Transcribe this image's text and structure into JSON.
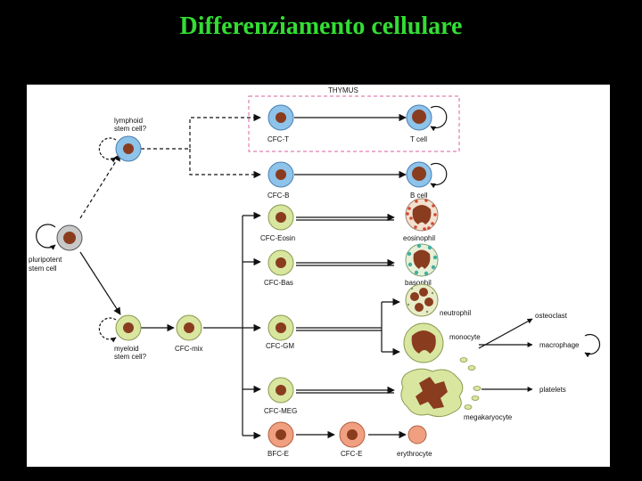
{
  "slide": {
    "title": "Differenziamento cellulare"
  },
  "diagram": {
    "thymus_label": "THYMUS",
    "pluripotent": [
      "pluripotent",
      "stem cell"
    ],
    "lymphoid": [
      "lymphoid",
      "stem cell?"
    ],
    "myeloid": [
      "myeloid",
      "stem cell?"
    ],
    "cfc_mix": "CFC-mix",
    "cfc_t": "CFC-T",
    "cfc_b": "CFC-B",
    "cfc_eosin": "CFC-Eosin",
    "cfc_bas": "CFC-Bas",
    "cfc_gm": "CFC-GM",
    "cfc_meg": "CFC-MEG",
    "bfc_e": "BFC-E",
    "cfc_e": "CFC-E",
    "t_cell": "T cell",
    "b_cell": "B cell",
    "eosinophil": "eosinophil",
    "basophil": "basophil",
    "neutrophil": "neutrophil",
    "monocyte": "monocyte",
    "osteoclast": "osteoclast",
    "macrophage": "macrophage",
    "platelets": "platelets",
    "megakaryocyte": "megakaryocyte",
    "erythrocyte": "erythrocyte"
  },
  "colors": {
    "title": "#33dd33",
    "lymphoid_cell": "#8ec3ea",
    "myeloid_cell": "#d8e6a0",
    "erythroid_cell": "#f0a080",
    "nucleus": "#8a3c1e",
    "thymus_box": "#e07fb0",
    "stem_cell": "#c8c8c8"
  }
}
